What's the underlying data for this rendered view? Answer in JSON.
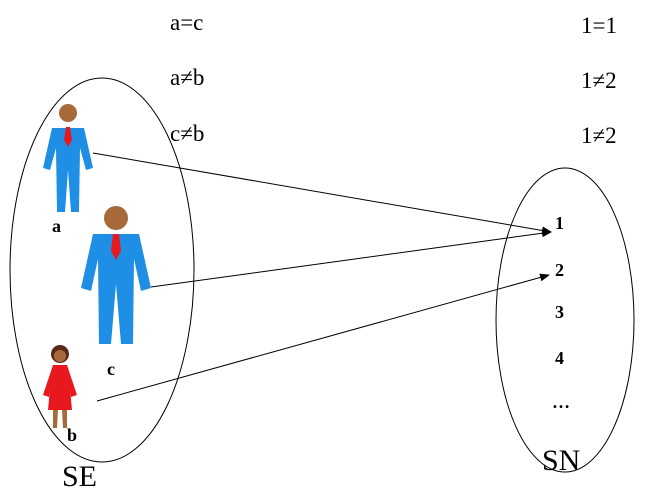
{
  "relations_left": [
    "a=c",
    "a≠b",
    "c≠b"
  ],
  "relations_right": [
    "1=1",
    "1≠2",
    "1≠2"
  ],
  "set_labels": {
    "left": "SE",
    "right": "SN"
  },
  "people": [
    {
      "label": "a",
      "figure": "man",
      "shirt_color": "#1f8fe5"
    },
    {
      "label": "c",
      "figure": "man",
      "shirt_color": "#1f8fe5"
    },
    {
      "label": "b",
      "figure": "woman",
      "dress_color": "#e8191e"
    }
  ],
  "numbers": [
    "1",
    "2",
    "3",
    "4",
    "…"
  ],
  "mappings": [
    {
      "from": "a",
      "to": "1"
    },
    {
      "from": "c",
      "to": "1"
    },
    {
      "from": "b",
      "to": "2"
    }
  ],
  "colors": {
    "suit_blue": "#1f8fe5",
    "tie_red": "#e8191e",
    "skin_brown": "#a86a3a",
    "dress_red": "#e8191e",
    "line": "#000000"
  }
}
